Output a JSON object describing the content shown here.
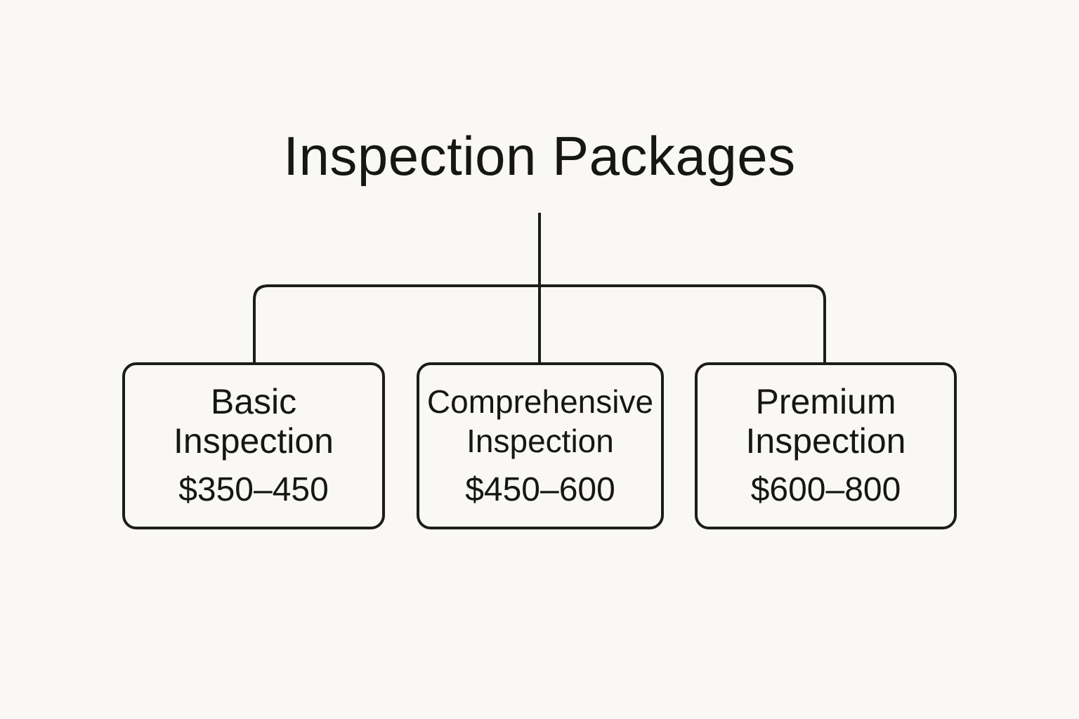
{
  "title": "Inspection Packages",
  "packages": [
    {
      "name": "Basic\nInspection",
      "price": "$350–450"
    },
    {
      "name": "Comprehensive\nInspection",
      "price": "$450–600"
    },
    {
      "name": "Premium\nInspection",
      "price": "$600–800"
    }
  ],
  "colors": {
    "background": "#f9f8f4",
    "line": "#1c1c1c",
    "text": "#161616"
  }
}
